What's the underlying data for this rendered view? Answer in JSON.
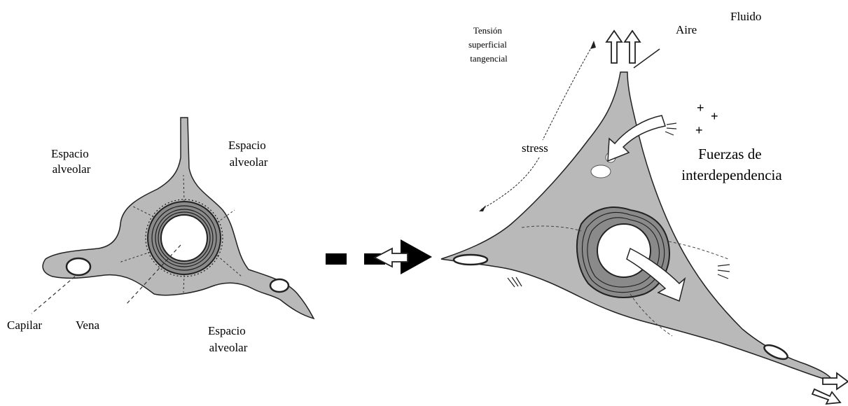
{
  "labels": {
    "espacio_tl": [
      "Espacio",
      "alveolar"
    ],
    "espacio_tr": [
      "Espacio",
      "alveolar"
    ],
    "espacio_b": [
      "Espacio",
      "alveolar"
    ],
    "capilar": "Capilar",
    "vena": "Vena",
    "tension": [
      "Tensión",
      "superficial",
      "tangencial"
    ],
    "stress": "stress",
    "fluido": "Fluido",
    "aire": "Aire",
    "fuerzas": [
      "Fuerzas de",
      "interdependencia"
    ]
  },
  "colors": {
    "tissue": "#b9b9b9",
    "tissue_dark": "#8a8a8a",
    "outline": "#222222",
    "background": "#ffffff"
  }
}
